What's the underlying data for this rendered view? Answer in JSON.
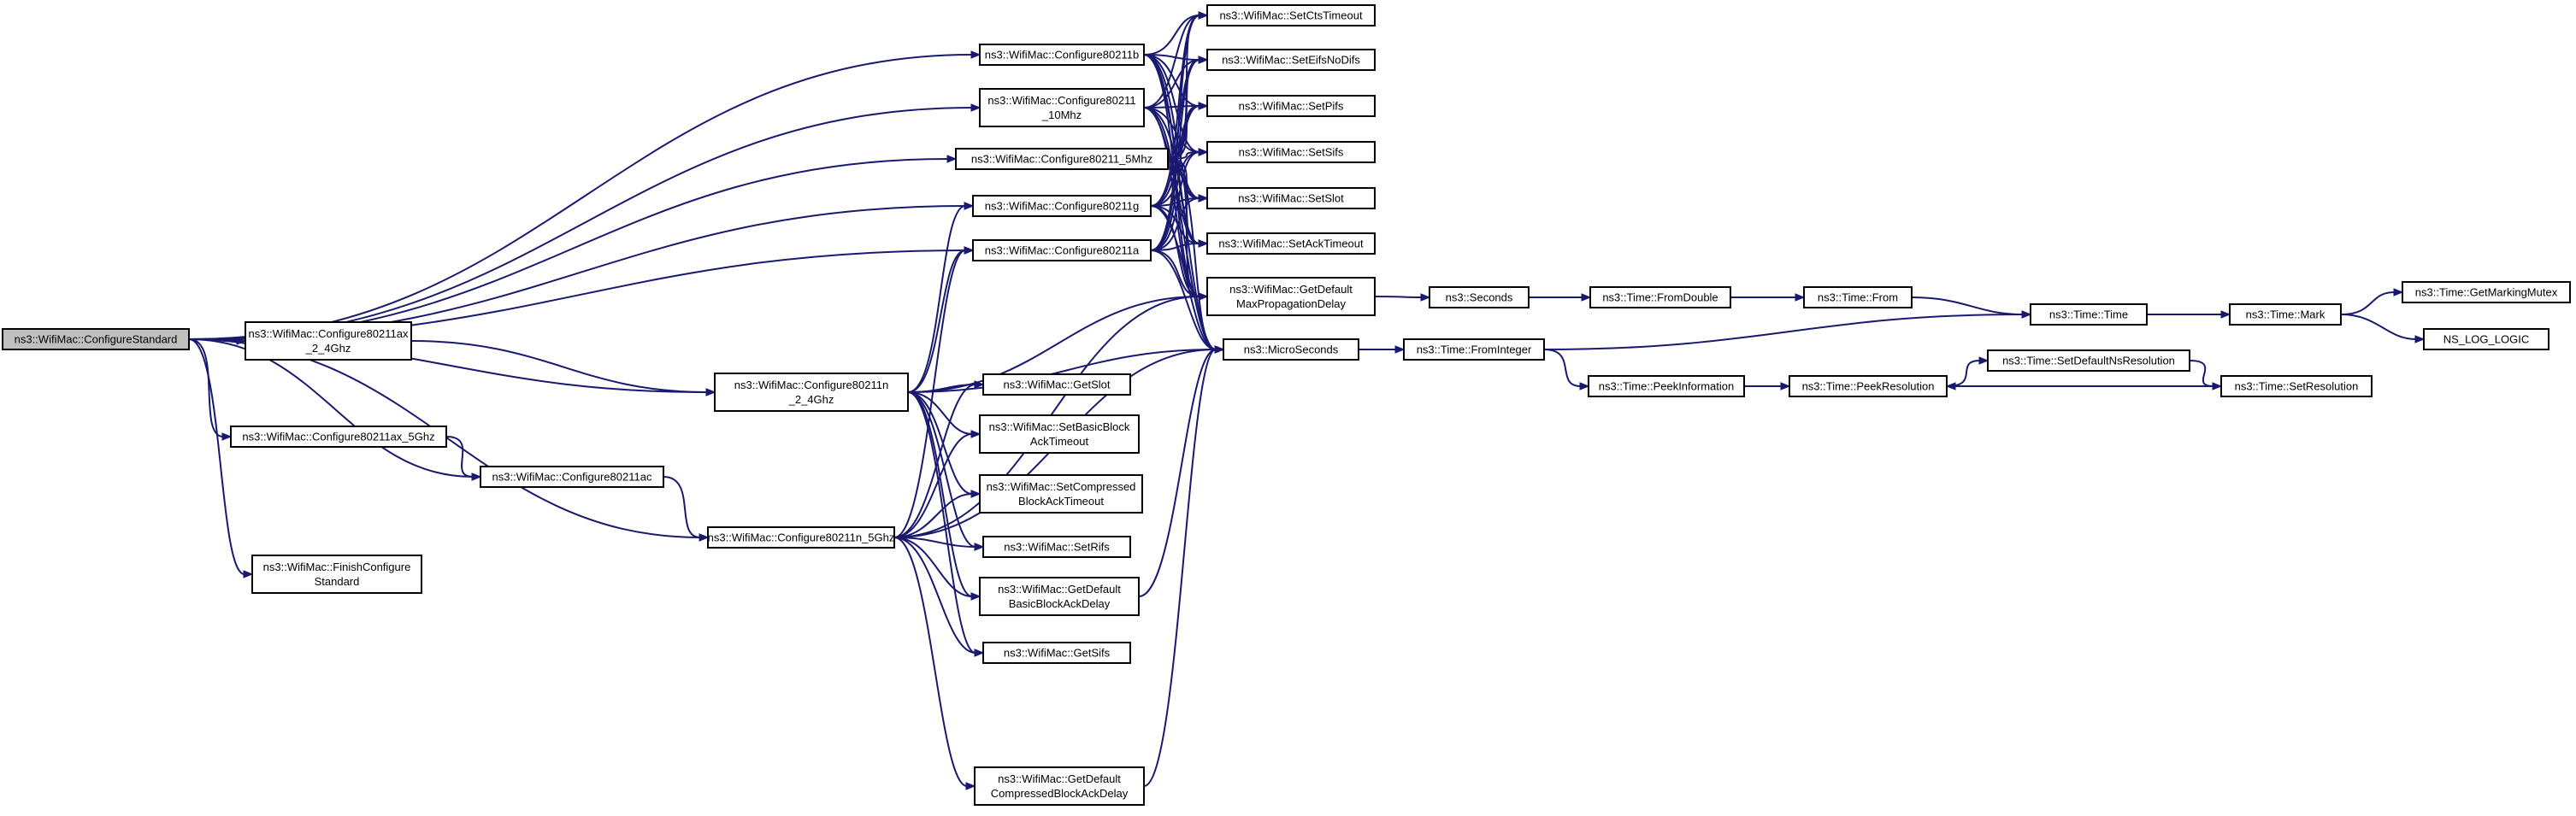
{
  "diagram": {
    "nodes": [
      {
        "id": "n0",
        "lines": [
          "ns3::WifiMac::ConfigureStandard"
        ],
        "root": true
      },
      {
        "id": "n1",
        "lines": [
          "ns3::WifiMac::Configure80211b"
        ]
      },
      {
        "id": "n2",
        "lines": [
          "ns3::WifiMac::Configure80211",
          "_10Mhz"
        ]
      },
      {
        "id": "n3",
        "lines": [
          "ns3::WifiMac::Configure80211_5Mhz"
        ]
      },
      {
        "id": "n4",
        "lines": [
          "ns3::WifiMac::Configure80211g"
        ]
      },
      {
        "id": "n5",
        "lines": [
          "ns3::WifiMac::Configure80211a"
        ]
      },
      {
        "id": "n6",
        "lines": [
          "ns3::WifiMac::Configure80211ax",
          "_2_4Ghz"
        ]
      },
      {
        "id": "n7",
        "lines": [
          "ns3::WifiMac::Configure80211n",
          "_2_4Ghz"
        ]
      },
      {
        "id": "n8",
        "lines": [
          "ns3::WifiMac::Configure80211ax_5Ghz"
        ]
      },
      {
        "id": "n9",
        "lines": [
          "ns3::WifiMac::Configure80211ac"
        ]
      },
      {
        "id": "n10",
        "lines": [
          "ns3::WifiMac::Configure80211n_5Ghz"
        ]
      },
      {
        "id": "n11",
        "lines": [
          "ns3::WifiMac::FinishConfigure",
          "Standard"
        ]
      },
      {
        "id": "n12",
        "lines": [
          "ns3::WifiMac::SetCtsTimeout"
        ]
      },
      {
        "id": "n13",
        "lines": [
          "ns3::WifiMac::SetEifsNoDifs"
        ]
      },
      {
        "id": "n14",
        "lines": [
          "ns3::WifiMac::SetPifs"
        ]
      },
      {
        "id": "n15",
        "lines": [
          "ns3::WifiMac::SetSifs"
        ]
      },
      {
        "id": "n16",
        "lines": [
          "ns3::WifiMac::SetSlot"
        ]
      },
      {
        "id": "n17",
        "lines": [
          "ns3::WifiMac::SetAckTimeout"
        ]
      },
      {
        "id": "n18",
        "lines": [
          "ns3::WifiMac::GetDefault",
          "MaxPropagationDelay"
        ]
      },
      {
        "id": "n19",
        "lines": [
          "ns3::MicroSeconds"
        ]
      },
      {
        "id": "n20",
        "lines": [
          "ns3::WifiMac::GetSlot"
        ]
      },
      {
        "id": "n21",
        "lines": [
          "ns3::WifiMac::SetBasicBlock",
          "AckTimeout"
        ]
      },
      {
        "id": "n22",
        "lines": [
          "ns3::WifiMac::SetCompressed",
          "BlockAckTimeout"
        ]
      },
      {
        "id": "n23",
        "lines": [
          "ns3::WifiMac::SetRifs"
        ]
      },
      {
        "id": "n24",
        "lines": [
          "ns3::WifiMac::GetDefault",
          "BasicBlockAckDelay"
        ]
      },
      {
        "id": "n25",
        "lines": [
          "ns3::WifiMac::GetSifs"
        ]
      },
      {
        "id": "n26",
        "lines": [
          "ns3::WifiMac::GetDefault",
          "CompressedBlockAckDelay"
        ]
      },
      {
        "id": "n27",
        "lines": [
          "ns3::Seconds"
        ]
      },
      {
        "id": "n28",
        "lines": [
          "ns3::Time::FromDouble"
        ]
      },
      {
        "id": "n29",
        "lines": [
          "ns3::Time::From"
        ]
      },
      {
        "id": "n30",
        "lines": [
          "ns3::Time::Time"
        ]
      },
      {
        "id": "n31",
        "lines": [
          "ns3::Time::Mark"
        ]
      },
      {
        "id": "n32",
        "lines": [
          "ns3::Time::GetMarkingMutex"
        ]
      },
      {
        "id": "n33",
        "lines": [
          "NS_LOG_LOGIC"
        ]
      },
      {
        "id": "n34",
        "lines": [
          "ns3::Time::FromInteger"
        ]
      },
      {
        "id": "n35",
        "lines": [
          "ns3::Time::PeekInformation"
        ]
      },
      {
        "id": "n36",
        "lines": [
          "ns3::Time::PeekResolution"
        ]
      },
      {
        "id": "n37",
        "lines": [
          "ns3::Time::SetDefaultNsResolution"
        ]
      },
      {
        "id": "n38",
        "lines": [
          "ns3::Time::SetResolution"
        ]
      }
    ],
    "edges": [
      [
        "n0",
        "n1"
      ],
      [
        "n0",
        "n2"
      ],
      [
        "n0",
        "n3"
      ],
      [
        "n0",
        "n4"
      ],
      [
        "n0",
        "n5"
      ],
      [
        "n0",
        "n6"
      ],
      [
        "n0",
        "n7"
      ],
      [
        "n0",
        "n8"
      ],
      [
        "n0",
        "n9"
      ],
      [
        "n0",
        "n10"
      ],
      [
        "n0",
        "n11"
      ],
      [
        "n1",
        "n12"
      ],
      [
        "n1",
        "n13"
      ],
      [
        "n1",
        "n14"
      ],
      [
        "n1",
        "n15"
      ],
      [
        "n1",
        "n16"
      ],
      [
        "n1",
        "n17"
      ],
      [
        "n1",
        "n18"
      ],
      [
        "n1",
        "n19"
      ],
      [
        "n2",
        "n12"
      ],
      [
        "n2",
        "n13"
      ],
      [
        "n2",
        "n14"
      ],
      [
        "n2",
        "n15"
      ],
      [
        "n2",
        "n16"
      ],
      [
        "n2",
        "n17"
      ],
      [
        "n2",
        "n18"
      ],
      [
        "n2",
        "n19"
      ],
      [
        "n3",
        "n12"
      ],
      [
        "n3",
        "n13"
      ],
      [
        "n3",
        "n14"
      ],
      [
        "n3",
        "n15"
      ],
      [
        "n3",
        "n16"
      ],
      [
        "n3",
        "n17"
      ],
      [
        "n3",
        "n18"
      ],
      [
        "n3",
        "n19"
      ],
      [
        "n4",
        "n12"
      ],
      [
        "n4",
        "n13"
      ],
      [
        "n4",
        "n14"
      ],
      [
        "n4",
        "n15"
      ],
      [
        "n4",
        "n16"
      ],
      [
        "n4",
        "n17"
      ],
      [
        "n4",
        "n18"
      ],
      [
        "n4",
        "n19"
      ],
      [
        "n5",
        "n12"
      ],
      [
        "n5",
        "n13"
      ],
      [
        "n5",
        "n14"
      ],
      [
        "n5",
        "n15"
      ],
      [
        "n5",
        "n16"
      ],
      [
        "n5",
        "n17"
      ],
      [
        "n5",
        "n18"
      ],
      [
        "n5",
        "n19"
      ],
      [
        "n6",
        "n7"
      ],
      [
        "n7",
        "n4"
      ],
      [
        "n7",
        "n5"
      ],
      [
        "n7",
        "n18"
      ],
      [
        "n7",
        "n19"
      ],
      [
        "n7",
        "n20"
      ],
      [
        "n7",
        "n21"
      ],
      [
        "n7",
        "n22"
      ],
      [
        "n7",
        "n23"
      ],
      [
        "n7",
        "n24"
      ],
      [
        "n7",
        "n25"
      ],
      [
        "n8",
        "n9"
      ],
      [
        "n9",
        "n10"
      ],
      [
        "n10",
        "n5"
      ],
      [
        "n10",
        "n18"
      ],
      [
        "n10",
        "n19"
      ],
      [
        "n10",
        "n20"
      ],
      [
        "n10",
        "n21"
      ],
      [
        "n10",
        "n22"
      ],
      [
        "n10",
        "n23"
      ],
      [
        "n10",
        "n24"
      ],
      [
        "n10",
        "n25"
      ],
      [
        "n10",
        "n26"
      ],
      [
        "n18",
        "n27"
      ],
      [
        "n19",
        "n34"
      ],
      [
        "n24",
        "n19"
      ],
      [
        "n26",
        "n19"
      ],
      [
        "n27",
        "n28"
      ],
      [
        "n28",
        "n29"
      ],
      [
        "n29",
        "n30"
      ],
      [
        "n30",
        "n31"
      ],
      [
        "n31",
        "n32"
      ],
      [
        "n31",
        "n33"
      ],
      [
        "n34",
        "n30"
      ],
      [
        "n34",
        "n35"
      ],
      [
        "n35",
        "n36"
      ],
      [
        "n36",
        "n37"
      ],
      [
        "n37",
        "n38"
      ],
      [
        "n38",
        "n36"
      ]
    ]
  }
}
